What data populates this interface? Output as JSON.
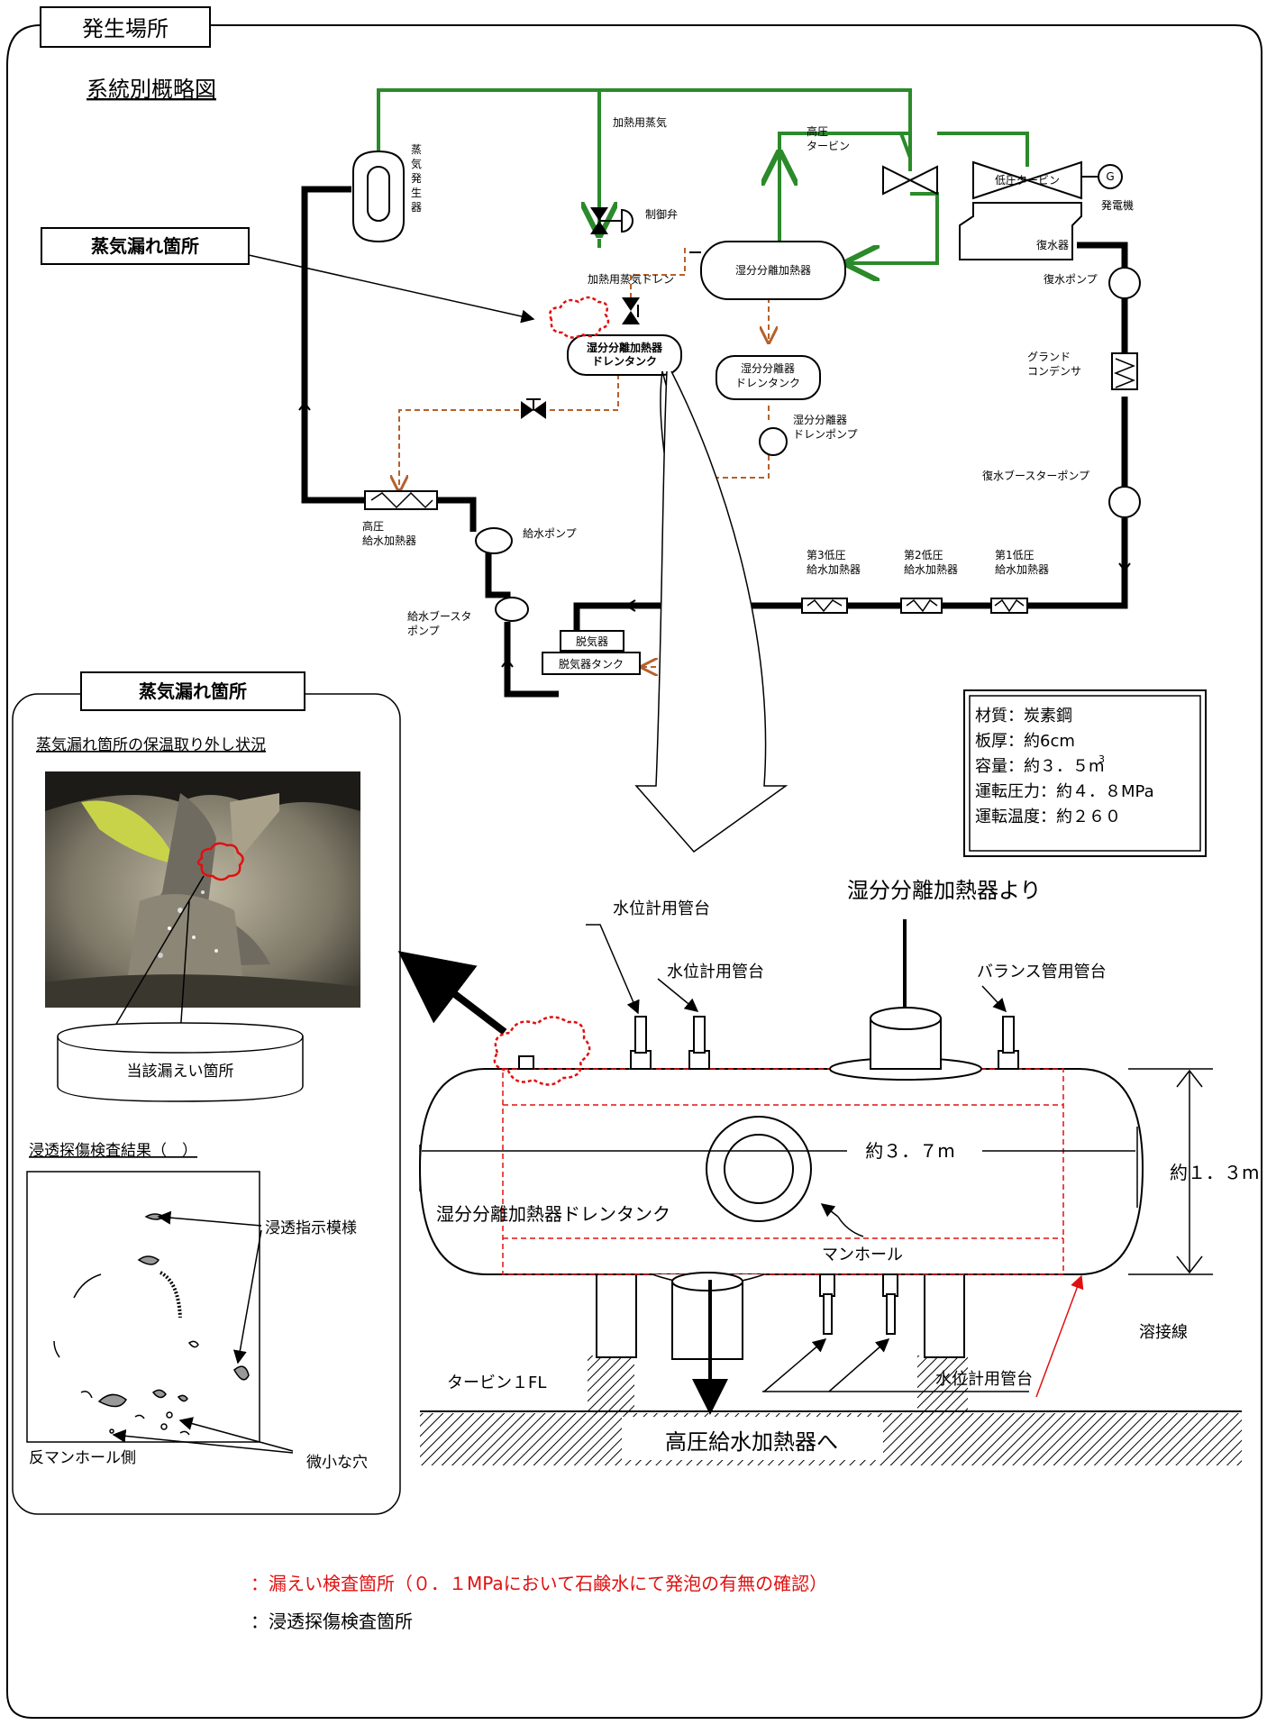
{
  "header": {
    "location_tab": "発生場所"
  },
  "system": {
    "title": "系統別概略図",
    "steam_leak_callout": "蒸気漏れ箇所",
    "labels": {
      "heating_steam": "加熱用蒸気",
      "steam_generator": "蒸気発生器",
      "control_valve": "制御弁",
      "hp_turbine": "高圧\nタービン",
      "lp_turbine": "低圧タービン",
      "generator_symbol": "G",
      "generator": "発電機",
      "condenser": "復水器",
      "msr": "湿分分離加熱器",
      "heating_steam_drain": "加熱用蒸気ドレン",
      "msr_drain_tank": "湿分分離加熱器\nドレンタンク",
      "ms_drain_tank": "湿分分離器\nドレンタンク",
      "ms_drain_pump": "湿分分離器\nドレンポンプ",
      "condensate_pump": "復水ポンプ",
      "gland_condenser": "グランド\nコンデンサ",
      "booster_condensate_pump": "復水ブースターポンプ",
      "hp_feedwater_heater": "高圧\n給水加熱器",
      "feedwater_pump": "給水ポンプ",
      "feedwater_booster_pump": "給水ブースタ\nポンプ",
      "deaerator": "脱気器",
      "deaerator_tank": "脱気器タンク",
      "lp3_heater": "第3低圧\n給水加熱器",
      "lp2_heater": "第2低圧\n給水加熱器",
      "lp1_heater": "第1低圧\n給水加熱器"
    }
  },
  "inset": {
    "title": "蒸気漏れ箇所",
    "photo_caption": "蒸気漏れ箇所の保温取り外し状況",
    "leak_label": "当該漏えい箇所",
    "pt_title": "浸透探傷検査結果（　）",
    "pt_indication": "浸透指示模様",
    "pt_anti_manhole": "反マンホール側",
    "pt_small_holes": "微小な穴"
  },
  "specs": {
    "material": "材質：炭素鋼",
    "thickness": "板厚：約6cm",
    "capacity": "容量：約３．５m",
    "capacity_sup": "3",
    "pressure": "運転圧力：約４．８MPa",
    "temperature": "運転温度：約２６０"
  },
  "tank": {
    "from_msr": "湿分分離加熱器より",
    "level_nozzle_1": "水位計用管台",
    "level_nozzle_2": "水位計用管台",
    "balance_nozzle": "バランス管用管台",
    "length": "約３．７m",
    "height": "約１．３m",
    "tank_name": "湿分分離加熱器ドレンタンク",
    "manhole": "マンホール",
    "weld_line": "溶接線",
    "turbine_floor": "タービン１FL",
    "level_nozzle_bottom": "水位計用管台",
    "to_hp_heater": "高圧給水加熱器へ"
  },
  "legend": {
    "leak_test": "：漏えい検査箇所（０．１MPaにおいて石鹸水にて発泡の有無の確認）",
    "pt_test": "：浸透探傷検査箇所"
  },
  "colors": {
    "steam": "#2b8a2b",
    "drain": "#b5612a",
    "leak": "#e01010"
  }
}
